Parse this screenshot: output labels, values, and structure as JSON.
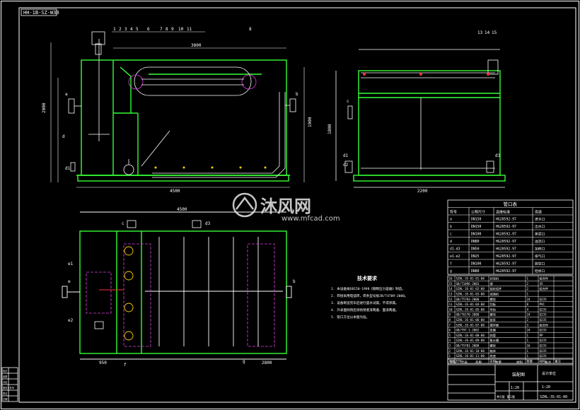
{
  "title_tag": "HH-1B-SZ-W30",
  "colors": {
    "bg": "#000000",
    "frame": "#ffffff",
    "outline": "#35ff35",
    "detail": "#ffffff",
    "magenta": "#e040e0",
    "red": "#ff3030",
    "cyan": "#33e0ff",
    "yellow": "#ffd000",
    "watermark": "#e8e8e8"
  },
  "front_view": {
    "top_labels": [
      "1",
      "2",
      "3",
      "4",
      "5",
      "6",
      "7",
      "8",
      "9",
      "10",
      "11",
      "8"
    ],
    "dims": {
      "overall_width": "4500",
      "inner_span": "3800",
      "overall_height": "2000",
      "side_height": "1900"
    },
    "nozzle_labels": [
      "a",
      "d",
      "b",
      "d1"
    ]
  },
  "side_view": {
    "top_labels": [
      "13",
      "14",
      "15"
    ],
    "dims": {
      "width": "2200",
      "height": "1800"
    },
    "nozzle_labels": [
      "c",
      "d1",
      "d2",
      "d3"
    ]
  },
  "plan_view": {
    "dims": {
      "total": "4500",
      "left": "950",
      "right": "2800"
    },
    "labels": [
      "c",
      "d3",
      "e",
      "e1",
      "e2",
      "b",
      "f",
      "g"
    ]
  },
  "notes": {
    "title": "技术要求",
    "lines": [
      "1. 本设备按GB150-1998《钢制压力容器》制造。",
      "2. 焊接采用电弧焊，焊条型号按JB/T4709-2000。",
      "3. 设备制造完毕后进行盛水试漏，不得渗漏。",
      "4. 外表面除锈后涂防锈底漆两遍、面漆两遍。",
      "5. 管口方位以本图为准。"
    ]
  },
  "nozzle_table": {
    "title": "管口表",
    "header": [
      "符号",
      "公称尺寸",
      "连接标准",
      "用途"
    ],
    "rows": [
      [
        "a",
        "DN150",
        "HG20592-97",
        "进水口"
      ],
      [
        "b",
        "DN150",
        "HG20592-97",
        "出水口"
      ],
      [
        "c",
        "DN100",
        "HG20592-97",
        "排泥口"
      ],
      [
        "d",
        "DN80",
        "HG20592-97",
        "溢流口"
      ],
      [
        "d1-d3",
        "DN50",
        "HG20592-97",
        "加药口"
      ],
      [
        "e1-e2",
        "DN25",
        "HG20592-97",
        "排气口"
      ],
      [
        "f",
        "DN100",
        "HG20592-97",
        "放空口"
      ],
      [
        "g",
        "DN80",
        "HG20592-97",
        "检修口"
      ]
    ]
  },
  "parts_list": {
    "header": [
      "序号",
      "代号",
      "名称",
      "数量",
      "材料",
      "备注"
    ],
    "rows": [
      [
        "16",
        "SZHL-3S-01-01-00",
        "刮泥机",
        "1",
        "组合件",
        ""
      ],
      [
        "15",
        "GB/T1096-2003",
        "键",
        "2",
        "45",
        ""
      ],
      [
        "14",
        "SZHL-3S-01-02-00",
        "链轮组件",
        "2",
        "组合件",
        ""
      ],
      [
        "13",
        "SZHL-3S-01-03-00",
        "减速机",
        "1",
        "",
        ""
      ],
      [
        "12",
        "GB/T5783-2000",
        "螺栓",
        "24",
        "Q235",
        ""
      ],
      [
        "11",
        "SZHL-3S-01-04-00",
        "刮板",
        "8",
        "PVC",
        ""
      ],
      [
        "10",
        "SZHL-3S-01-05-00",
        "导轨",
        "4",
        "Q235",
        ""
      ],
      [
        "9",
        "GB/T6170-2000",
        "螺母",
        "24",
        "Q235",
        ""
      ],
      [
        "8",
        "SZHL-3S-01-06-00",
        "链条",
        "2",
        "Q235",
        ""
      ],
      [
        "7",
        "SZHL-3S-01-07-00",
        "搅拌器",
        "3",
        "组合件",
        ""
      ],
      [
        "6",
        "GB/T97.1-2002",
        "垫圈",
        "24",
        "Q235",
        ""
      ],
      [
        "5",
        "SZHL-3S-01-08-00",
        "斜管",
        "1",
        "PP",
        ""
      ],
      [
        "4",
        "SZHL-3S-01-09-00",
        "集水槽",
        "1",
        "Q235",
        ""
      ],
      [
        "3",
        "GB/T5781-2000",
        "螺栓",
        "16",
        "Q235",
        ""
      ],
      [
        "2",
        "SZHL-3S-01-10-00",
        "箱体",
        "1",
        "Q235",
        ""
      ],
      [
        "1",
        "SZHL-3S-01-11-00",
        "底座",
        "1",
        "Q235",
        ""
      ]
    ]
  },
  "title_block": {
    "header": [
      "序号",
      "代号",
      "名称",
      "数量",
      "材料",
      "备注"
    ],
    "drawing_name": "装配图",
    "company": "设计单位",
    "scale": "1:20",
    "sheet": "共1张 第1张",
    "drawing_no": "SZHL-3S-01-00"
  },
  "revision_block": [
    "标记",
    "处数",
    "分区",
    "更改文件号",
    "签名",
    "日期"
  ],
  "watermark": {
    "brand": "沐风网",
    "url": "www.mfcad.com"
  }
}
